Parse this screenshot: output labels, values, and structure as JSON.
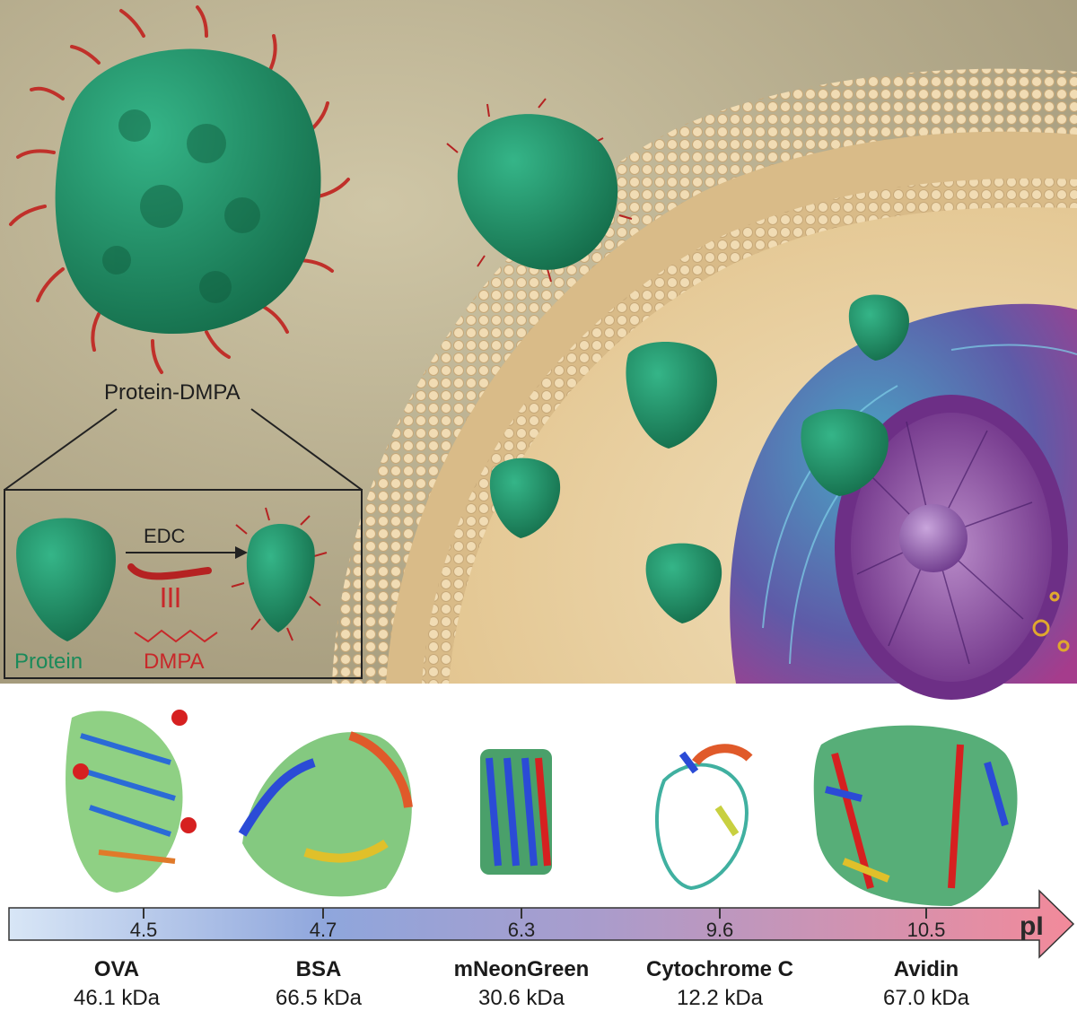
{
  "diagram": {
    "label_conjugate": "Protein-DMPA",
    "label_reagent": "EDC",
    "label_protein": "Protein",
    "label_dmpa": "DMPA",
    "colors": {
      "protein": "#1f8f63",
      "dmpa": "#c8282a",
      "membrane": "#e8cfa2",
      "nucleus": "#7b3f9a",
      "background": "#b5ab8c"
    }
  },
  "axis_label": "pI",
  "proteins": [
    {
      "pi": "4.5",
      "name": "OVA",
      "mass": "46.1 kDa"
    },
    {
      "pi": "4.7",
      "name": "BSA",
      "mass": "66.5 kDa"
    },
    {
      "pi": "6.3",
      "name": "mNeonGreen",
      "mass": "30.6 kDa"
    },
    {
      "pi": "9.6",
      "name": "Cytochrome C",
      "mass": "12.2 kDa"
    },
    {
      "pi": "10.5",
      "name": "Avidin",
      "mass": "67.0 kDa"
    }
  ]
}
